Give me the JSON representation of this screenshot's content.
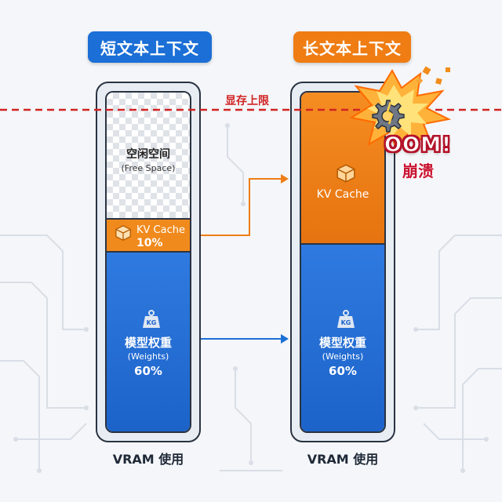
{
  "headers": {
    "short_context": "短文本上下文",
    "long_context": "长文本上下文"
  },
  "limit_line": {
    "label": "显存上限"
  },
  "left_column": {
    "free_space_label": "空闲空间",
    "free_space_sub": "(Free Space)",
    "kv_cache_label": "KV Cache",
    "kv_cache_percent": "10%",
    "weights_label": "模型权重",
    "weights_sub": "(Weights)",
    "weights_percent": "60%",
    "footer": "VRAM 使用"
  },
  "right_column": {
    "kv_cache_label": "KV Cache",
    "weights_label": "模型权重",
    "weights_sub": "(Weights)",
    "weights_percent": "60%",
    "footer": "VRAM 使用"
  },
  "oom": {
    "label": "OOM!",
    "crash_label": "崩溃"
  },
  "icons": {
    "kv_cache_icon": "box-icon",
    "weights_icon": "kg-weight-icon",
    "oom_icon": "broken-gear-icon"
  },
  "colors": {
    "blue": "#1b6fd6",
    "orange": "#ef7d14",
    "limit_red": "#d12424",
    "oom_red": "#c8102e"
  }
}
